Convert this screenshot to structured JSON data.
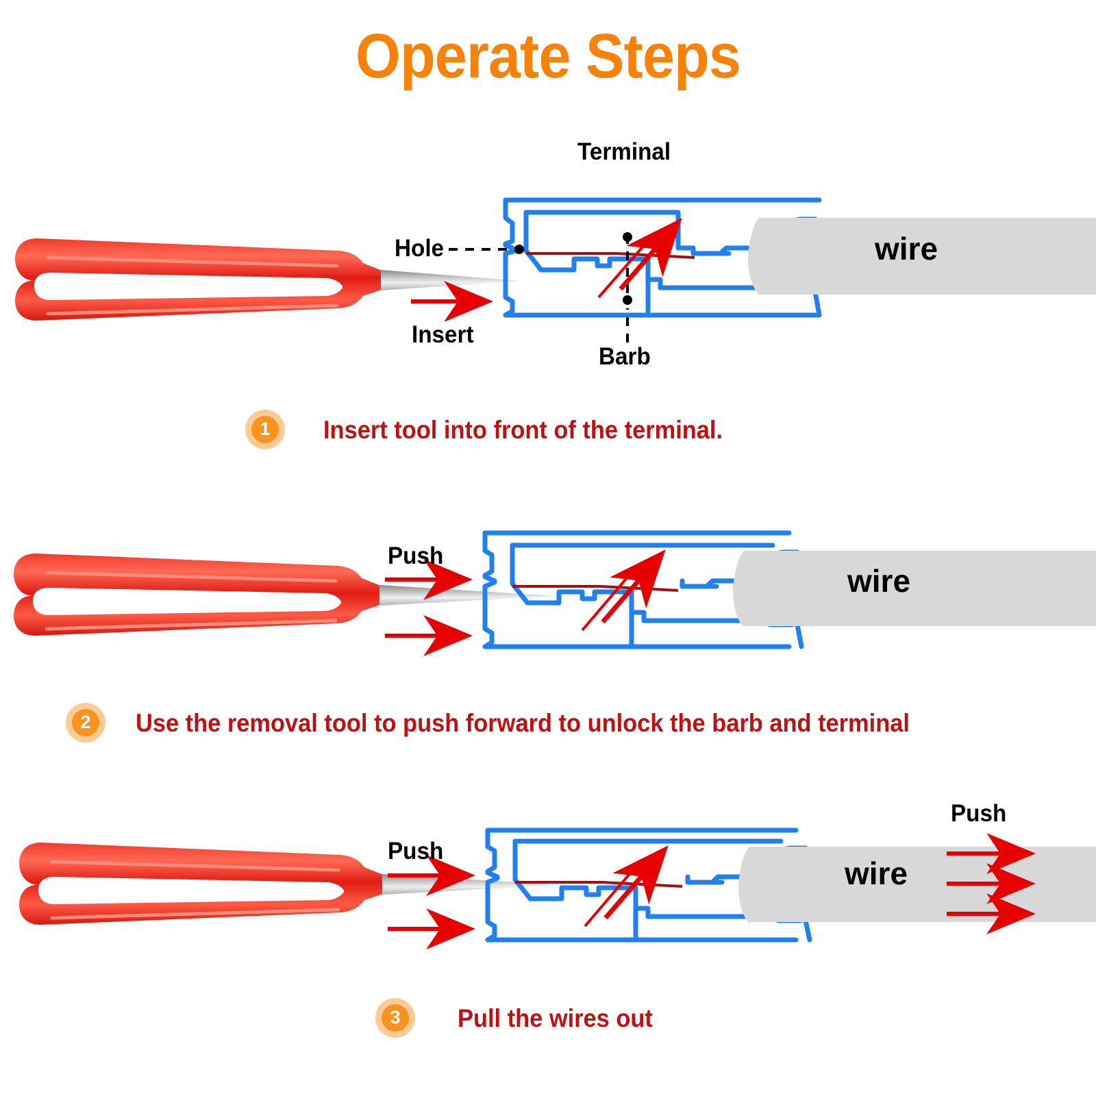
{
  "header": {
    "title": "Operate Steps",
    "title_color": "#F7820A"
  },
  "palette": {
    "title_orange": "#F7820A",
    "badge_core": "#F7931E",
    "badge_halo": "#FBCB96",
    "caption_red": "#BE1111",
    "terminal_blue": "#2080F0",
    "arrow_red": "#E60000",
    "barb_dark_red": "#A01010",
    "wire_gray": "#D8D8D8",
    "blade_gray": "#A8A8A8",
    "handle_red": "#E8201A"
  },
  "steps": [
    {
      "number": "1",
      "caption": "Insert tool into front of the terminal.",
      "wire_label": "wire",
      "annotations": [
        {
          "name": "terminal",
          "text": "Terminal",
          "leader": "dashed-vertical"
        },
        {
          "name": "hole",
          "text": "Hole",
          "leader": "dashed-horizontal"
        },
        {
          "name": "barb",
          "text": "Barb",
          "leader": "dashed-vertical"
        },
        {
          "name": "insert",
          "text": "Insert",
          "leader": "none"
        }
      ],
      "arrows": [
        {
          "name": "insert-arrow",
          "direction": "right",
          "color": "#E60000"
        }
      ]
    },
    {
      "number": "2",
      "caption": "Use the removal tool to push forward to unlock the barb and terminal",
      "wire_label": "wire",
      "annotations": [
        {
          "name": "push",
          "text": "Push",
          "leader": "none"
        }
      ],
      "arrows": [
        {
          "name": "push-arrow-top",
          "direction": "right",
          "color": "#E60000"
        },
        {
          "name": "push-arrow-bottom",
          "direction": "right",
          "color": "#E60000"
        }
      ]
    },
    {
      "number": "3",
      "caption": "Pull the wires out",
      "wire_label": "wire",
      "annotations": [
        {
          "name": "push-left",
          "text": "Push",
          "leader": "none"
        },
        {
          "name": "push-right",
          "text": "Push",
          "leader": "none"
        }
      ],
      "arrows": [
        {
          "name": "push-arrow-left-top",
          "direction": "right",
          "color": "#E60000"
        },
        {
          "name": "push-arrow-left-bottom",
          "direction": "right",
          "color": "#E60000"
        },
        {
          "name": "pull-arrow-1",
          "direction": "right",
          "color": "#E60000"
        },
        {
          "name": "pull-arrow-2",
          "direction": "right",
          "color": "#E60000"
        },
        {
          "name": "pull-arrow-3",
          "direction": "right",
          "color": "#E60000"
        }
      ]
    }
  ],
  "tool": {
    "name": "terminal removal tool",
    "handle_color": "#E8201A",
    "blade_color": "#A8A8A8"
  }
}
